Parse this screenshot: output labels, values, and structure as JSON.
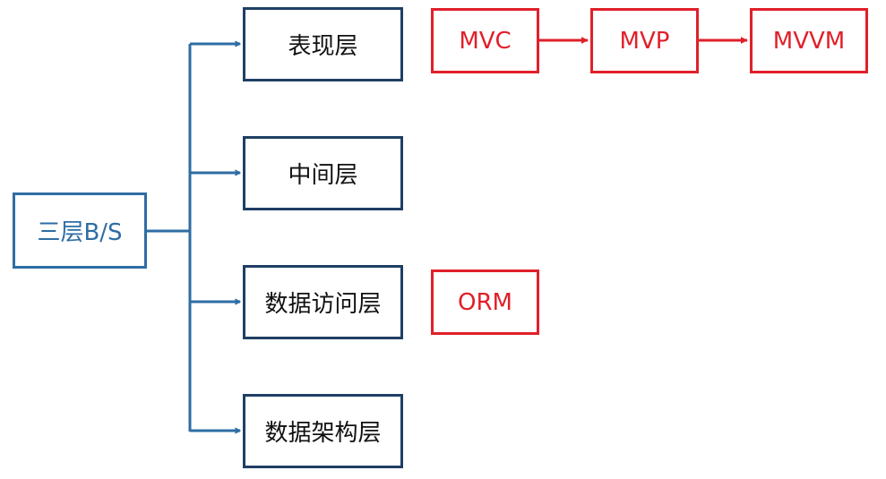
{
  "colors": {
    "root_blue": "#2e6da4",
    "connector_blue": "#2e6da4",
    "layer_border": "#1f3f64",
    "red": "#e0202a"
  },
  "root": {
    "label": "三层B/S"
  },
  "layers": [
    {
      "label": "表现层"
    },
    {
      "label": "中间层"
    },
    {
      "label": "数据访问层"
    },
    {
      "label": "数据架构层"
    }
  ],
  "presentation_patterns": [
    {
      "label": "MVC"
    },
    {
      "label": "MVP"
    },
    {
      "label": "MVVM"
    }
  ],
  "data_access_pattern": {
    "label": "ORM"
  }
}
